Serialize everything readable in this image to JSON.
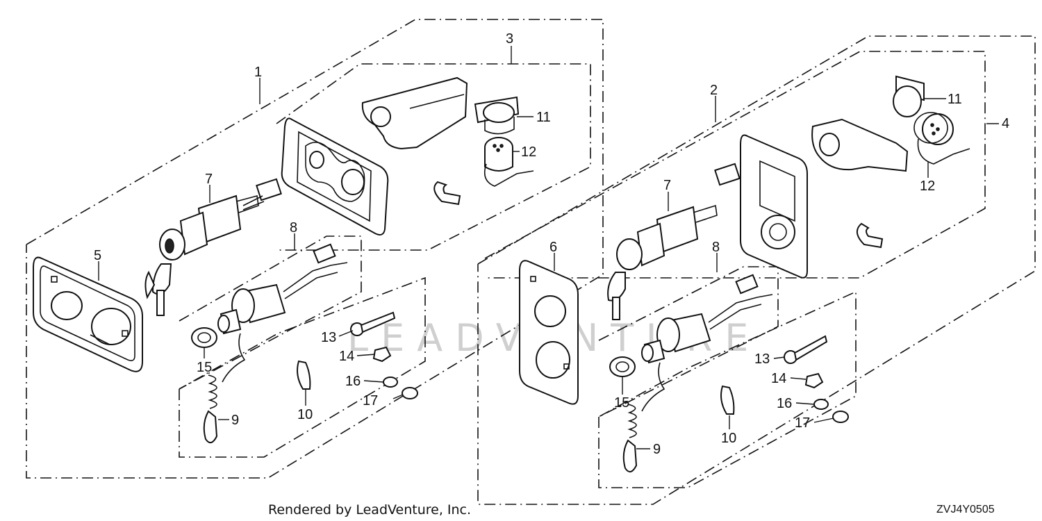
{
  "callouts": {
    "c1": "1",
    "c2": "2",
    "c3": "3",
    "c4": "4",
    "c5": "5",
    "c6": "6",
    "c7a": "7",
    "c7b": "7",
    "c8a": "8",
    "c8b": "8",
    "c9a": "9",
    "c9b": "9",
    "c10a": "10",
    "c10b": "10",
    "c11a": "11",
    "c11b": "11",
    "c12a": "12",
    "c12b": "12",
    "c13a": "13",
    "c13b": "13",
    "c14a": "14",
    "c14b": "14",
    "c15a": "15",
    "c15b": "15",
    "c16a": "16",
    "c16b": "16",
    "c17a": "17",
    "c17b": "17"
  },
  "watermark": "LEADVENTURE",
  "footer": {
    "rendered_by": "Rendered by LeadVenture, Inc.",
    "diagram_code": "ZVJ4Y0505"
  },
  "colors": {
    "line": "#111111",
    "background": "#ffffff",
    "watermark": "#cfcfcf"
  }
}
